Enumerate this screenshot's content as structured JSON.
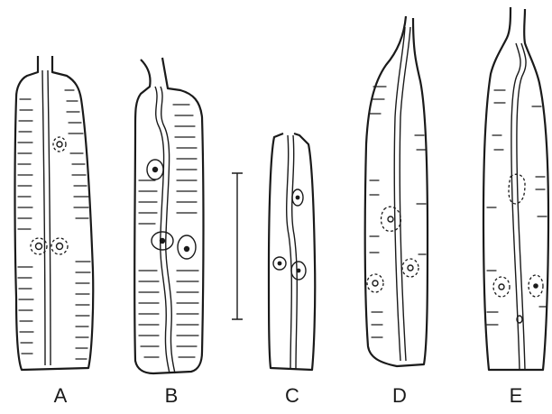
{
  "figure": {
    "panel_labels": [
      "A",
      "B",
      "C",
      "D",
      "E"
    ]
  }
}
